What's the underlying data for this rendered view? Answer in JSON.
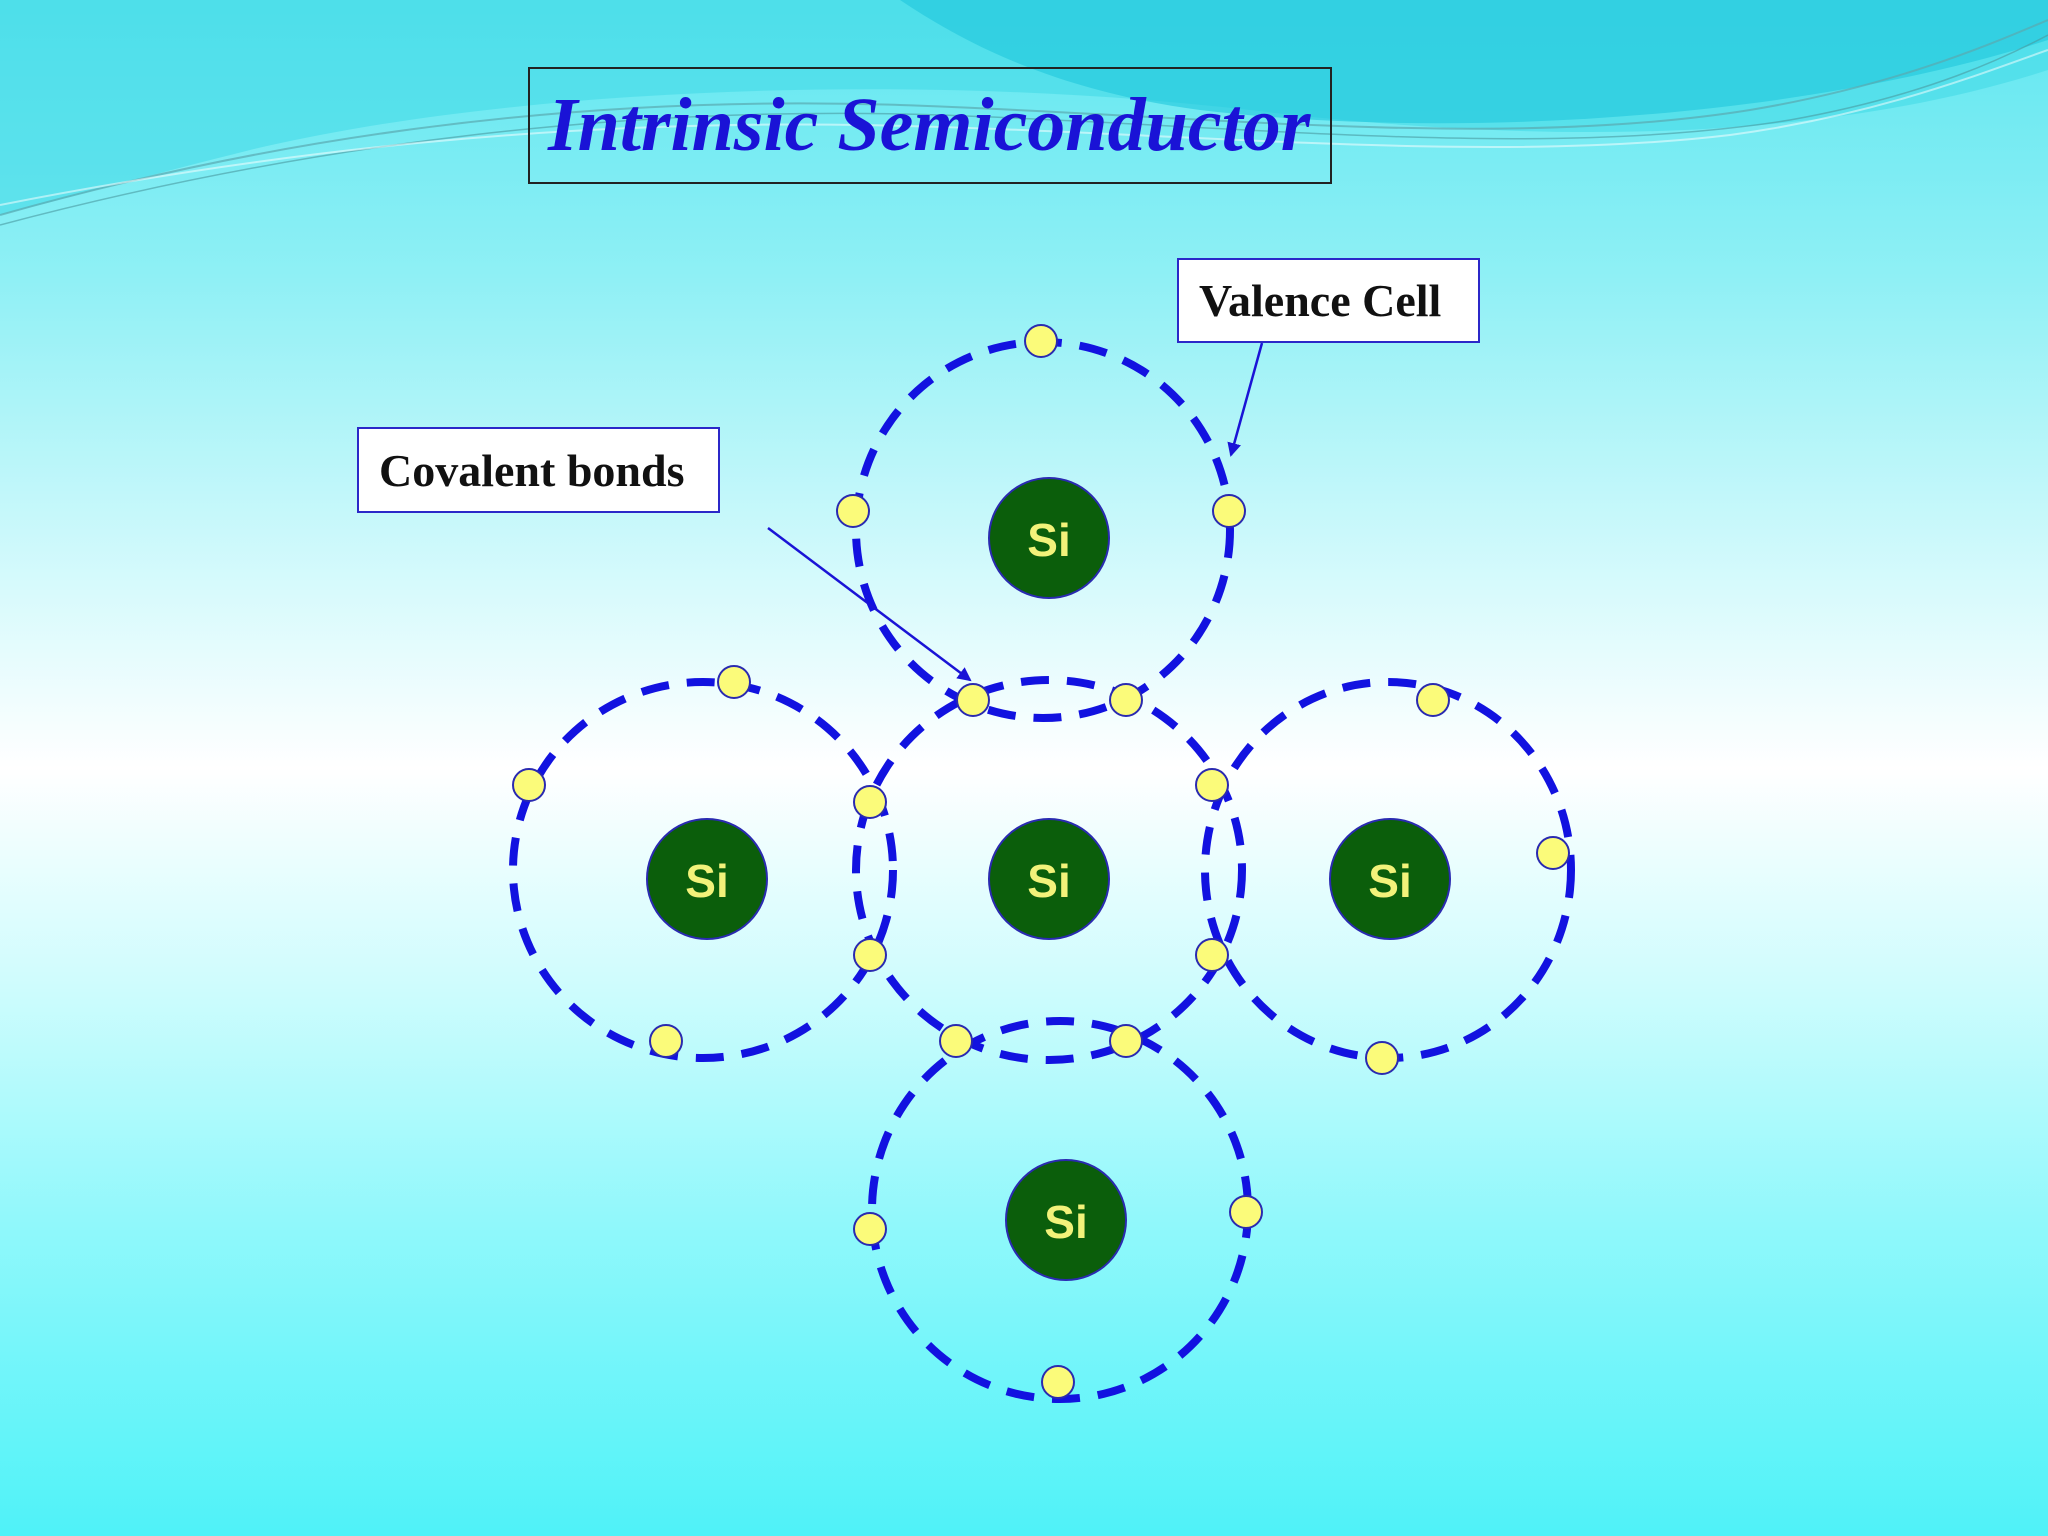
{
  "title": "Intrinsic Semiconductor",
  "labels": {
    "valence_cell": "Valence Cell",
    "covalent_bonds": "Covalent bonds"
  },
  "atoms": {
    "top": "Si",
    "left": "Si",
    "center": "Si",
    "right": "Si",
    "bottom": "Si"
  },
  "colors": {
    "title": "#1a13d6",
    "orbit": "#1212e0",
    "nucleus": "#0b5e0b",
    "nucleus_border": "#2a2ab0",
    "nucleus_label": "#f2f27a",
    "electron": "#fbfb7a",
    "electron_border": "#2a2ab0",
    "arrow": "#1a13d6"
  }
}
